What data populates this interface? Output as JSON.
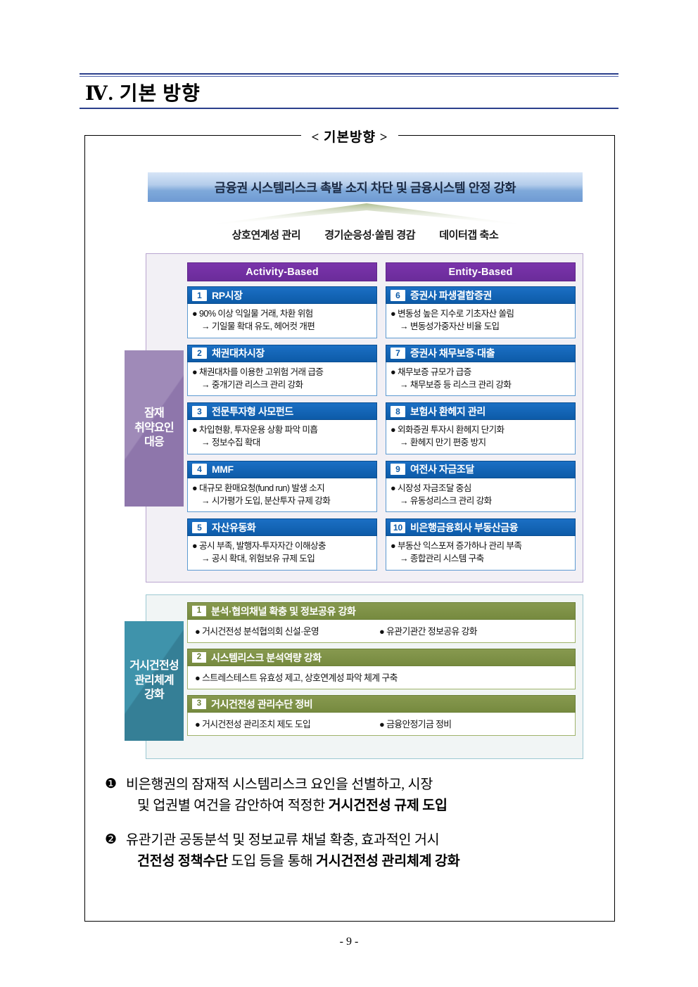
{
  "section": {
    "number": "Ⅳ.",
    "title": "Ⅳ. 기본 방향"
  },
  "diagram": {
    "caption": "< 기본방향 >",
    "banner": "금융권 시스템리스크 촉발 소지 차단 및 금융시스템 안정 강화",
    "pillars": [
      "상호연계성 관리",
      "경기순응성·쏠림 경감",
      "데이터갭 축소"
    ],
    "side_tabs": {
      "purple": "잠재\n취약요인\n대응",
      "teal": "거시건전성\n관리체계\n강화"
    },
    "columns": [
      {
        "header": "Activity-Based",
        "cards": [
          {
            "num": "1",
            "title": "RP시장",
            "bullet": "90% 이상 익일물 거래, 차환 위험",
            "arrow": "→ 기일물 확대 유도, 헤어컷 개편"
          },
          {
            "num": "2",
            "title": "채권대차시장",
            "bullet": "채권대차를 이용한 고위험 거래 급증",
            "arrow": "→ 중개기관 리스크 관리 강화"
          },
          {
            "num": "3",
            "title": "전문투자형 사모펀드",
            "bullet": "차입현황, 투자운용 상황 파악 미흡",
            "arrow": "→ 정보수집 확대"
          },
          {
            "num": "4",
            "title": "MMF",
            "bullet": "대규모 환매요청(fund run) 발생 소지",
            "arrow": "→ 시가평가 도입, 분산투자 규제 강화"
          },
          {
            "num": "5",
            "title": "자산유동화",
            "bullet": "공시 부족, 발행자-투자자간 이해상충",
            "arrow": "→ 공시 확대, 위험보유 규제 도입"
          }
        ]
      },
      {
        "header": "Entity-Based",
        "cards": [
          {
            "num": "6",
            "title": "증권사 파생결합증권",
            "bullet": "변동성 높은 지수로 기초자산 쏠림",
            "arrow": "→ 변동성가중자산 비율 도입"
          },
          {
            "num": "7",
            "title": "증권사 채무보증·대출",
            "bullet": "채무보증 규모가 급증",
            "arrow": "→ 채무보증 등 리스크 관리 강화"
          },
          {
            "num": "8",
            "title": "보험사 환헤지 관리",
            "bullet": "외화증권 투자시 환헤지 단기화",
            "arrow": "→ 환헤지 만기 편중 방지"
          },
          {
            "num": "9",
            "title": "여전사 자금조달",
            "bullet": "시장성 자금조달 중심",
            "arrow": "→ 유동성리스크 관리 강화"
          },
          {
            "num": "10",
            "title": "비은행금융회사 부동산금융",
            "bullet": "부동산 익스포져 증가하나 관리 부족",
            "arrow": "→ 종합관리 시스템 구축"
          }
        ]
      }
    ],
    "green_cards": [
      {
        "num": "1",
        "title": "분석·협의채널 확충 및 정보공유 강화",
        "items": [
          "거시건전성 분석협의회 신설·운영",
          "유관기관간 정보공유 강화"
        ]
      },
      {
        "num": "2",
        "title": "시스템리스크 분석역량 강화",
        "items": [
          "스트레스테스트 유효성 제고, 상호연계성 파악 체계 구축"
        ]
      },
      {
        "num": "3",
        "title": "거시건전성 관리수단 정비",
        "items": [
          "거시건전성 관리조치 제도 도입",
          "금융안정기금 정비"
        ]
      }
    ]
  },
  "conclusions": [
    {
      "mark": "❶",
      "line1_plain": "비은행권의  잠재적  시스템리스크  요인을  선별하고,  시장",
      "line2_plain": "및 업권별 여건을 감안하여 적정한 ",
      "line2_bold": "거시건전성 규제 도입"
    },
    {
      "mark": "❷",
      "line1_plain": "유관기관  공동분석  및  정보교류  채널  확충,  효과적인  거시",
      "line2_bold_a": "건전성 정책수단 ",
      "line2_plain": "도입 등을 통해 ",
      "line2_bold_b": "거시건전성 관리체계 강화"
    }
  ],
  "footer": {
    "page_number": "- 9 -"
  },
  "colors": {
    "header_rule": "#2b3f8c",
    "banner_from": "#d7e5f7",
    "banner_to": "#6e9ad3",
    "purple_header": "#6b2c9a",
    "blue_card": "#0d5ba8",
    "green_card": "#768a3f",
    "tab_purple": "#9f8ab8",
    "tab_teal": "#3f93ab"
  }
}
